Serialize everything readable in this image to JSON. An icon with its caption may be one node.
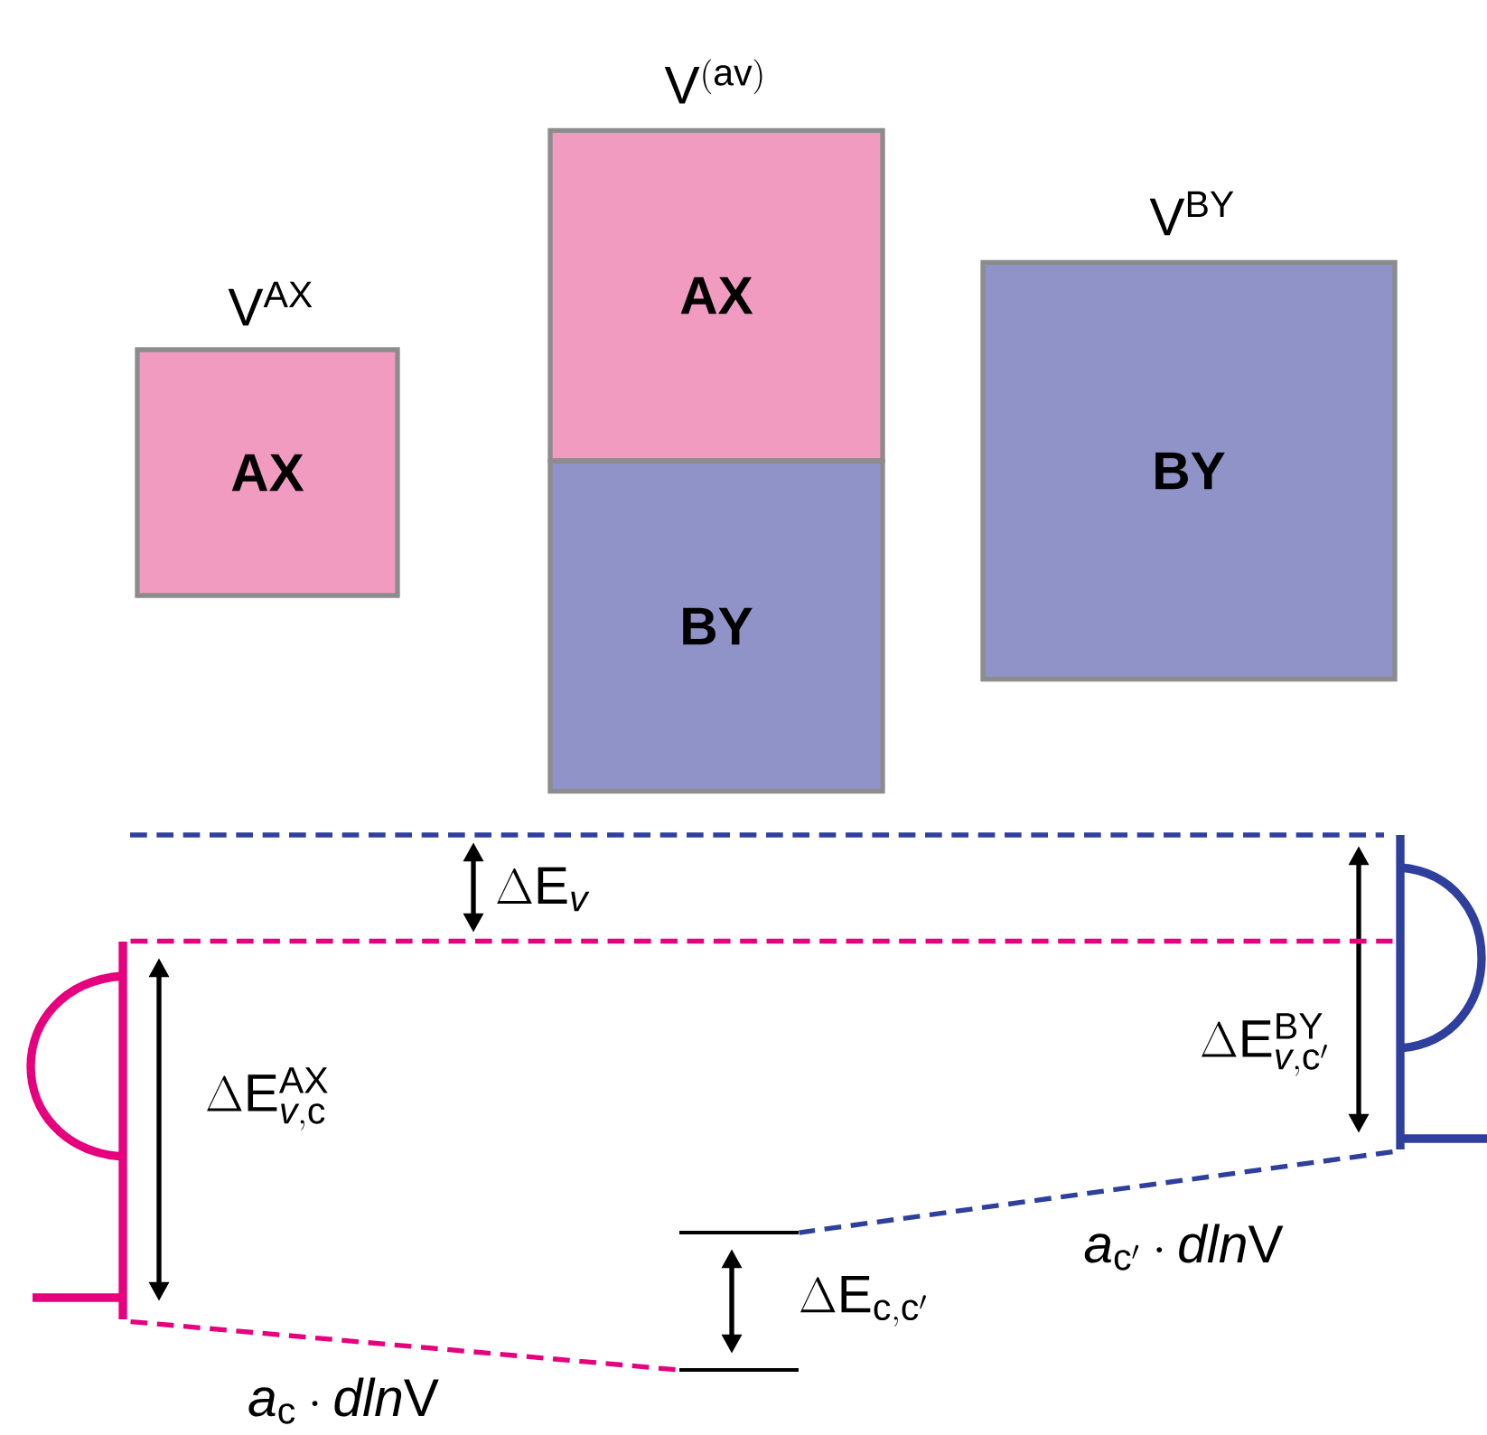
{
  "diagram": {
    "nodes": [
      {
        "text": [
          "\\mathsf{V}^{\\mathsf{AX}}",
          "AX"
        ]
      },
      {
        "text": [
          "\\mathsf{V}^{\\mathsf{(av)}}",
          "AX"
        ]
      },
      {
        "text": [
          "BY"
        ]
      },
      {
        "text": [
          "\\mathsf{V}^{\\mathsf{BY}}",
          "BY"
        ]
      },
      {
        "text": [],
        "shape": "picture"
      },
      {
        "text": [],
        "shape": "picture"
      },
      {
        "text": [],
        "shape": "bar"
      },
      {
        "text": [],
        "shape": "bar"
      }
    ],
    "edges": [
      {
        "from": 5,
        "to": 6,
        "arrow": "none",
        "style": "dashed",
        "color": "#2e3f9e"
      },
      {
        "from": 4,
        "to": 7,
        "arrow": "none",
        "style": "dashed",
        "color": "#e6007e"
      },
      {
        "from": 4,
        "to": 5,
        "arrow": "none",
        "style": "dashed",
        "color": "#e6007e"
      }
    ],
    "labels": [
      "\\Delta\\mathsf{E}_{\\mathit{v}}",
      "\\Delta\\mathsf{E}_{\\mathit{v},\\mathsf{c'}}^{\\mathsf{BY}}",
      "\\Delta\\mathsf{E}_{\\mathit{v},\\mathsf{c}}^{\\mathsf{AX}}",
      "\\mathit{a}_{\\mathsf{c'}}\\cdot\\mathit{dln}\\mathsf{V}",
      "\\Delta\\mathsf{E}_{\\mathsf{c},\\mathsf{c'}}",
      "\\mathit{a}_{\\mathsf{c}}\\cdot\\mathit{dln}\\mathsf{V}"
    ]
  }
}
